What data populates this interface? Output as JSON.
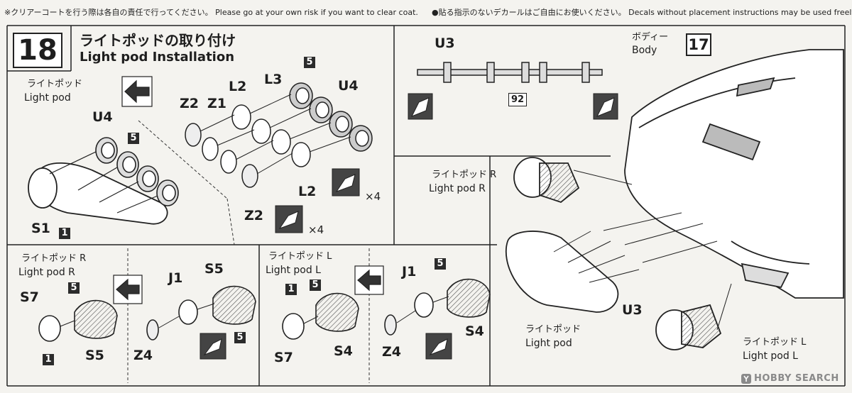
{
  "notes": {
    "clear_coat": "※クリアーコートを行う際は各自の責任で行ってください。 Please go at your own risk if you want to clear coat.",
    "decals": "●貼る指示のないデカールはご自由にお使いください。 Decals without placement instructions may be used freely."
  },
  "step": {
    "number": "18",
    "title_jp": "ライトポッドの取り付け",
    "title_en": "Light pod Installation"
  },
  "labels": {
    "light_pod_jp": "ライトポッド",
    "light_pod_en": "Light pod",
    "light_pod_r_jp": "ライトポッド R",
    "light_pod_r_en": "Light pod R",
    "light_pod_l_jp": "ライトポッド L",
    "light_pod_l_en": "Light pod L",
    "body_jp": "ボディー",
    "body_en": "Body",
    "times4": "×4"
  },
  "parts": {
    "U4": "U4",
    "U3": "U3",
    "S1": "S1",
    "Z1": "Z1",
    "Z2": "Z2",
    "L2": "L2",
    "L3": "L3",
    "S4": "S4",
    "S5": "S5",
    "S7": "S7",
    "J1": "J1",
    "Z4": "Z4"
  },
  "badges": {
    "one": "1",
    "five": "5",
    "body_step": "17",
    "decal": "92"
  },
  "watermark": {
    "text": "HOBBY SEARCH"
  },
  "colors": {
    "paper": "#f4f3ef",
    "ink": "#1e1e1e",
    "badge": "#2b2b2b",
    "watermark": "#8a8a8a"
  }
}
